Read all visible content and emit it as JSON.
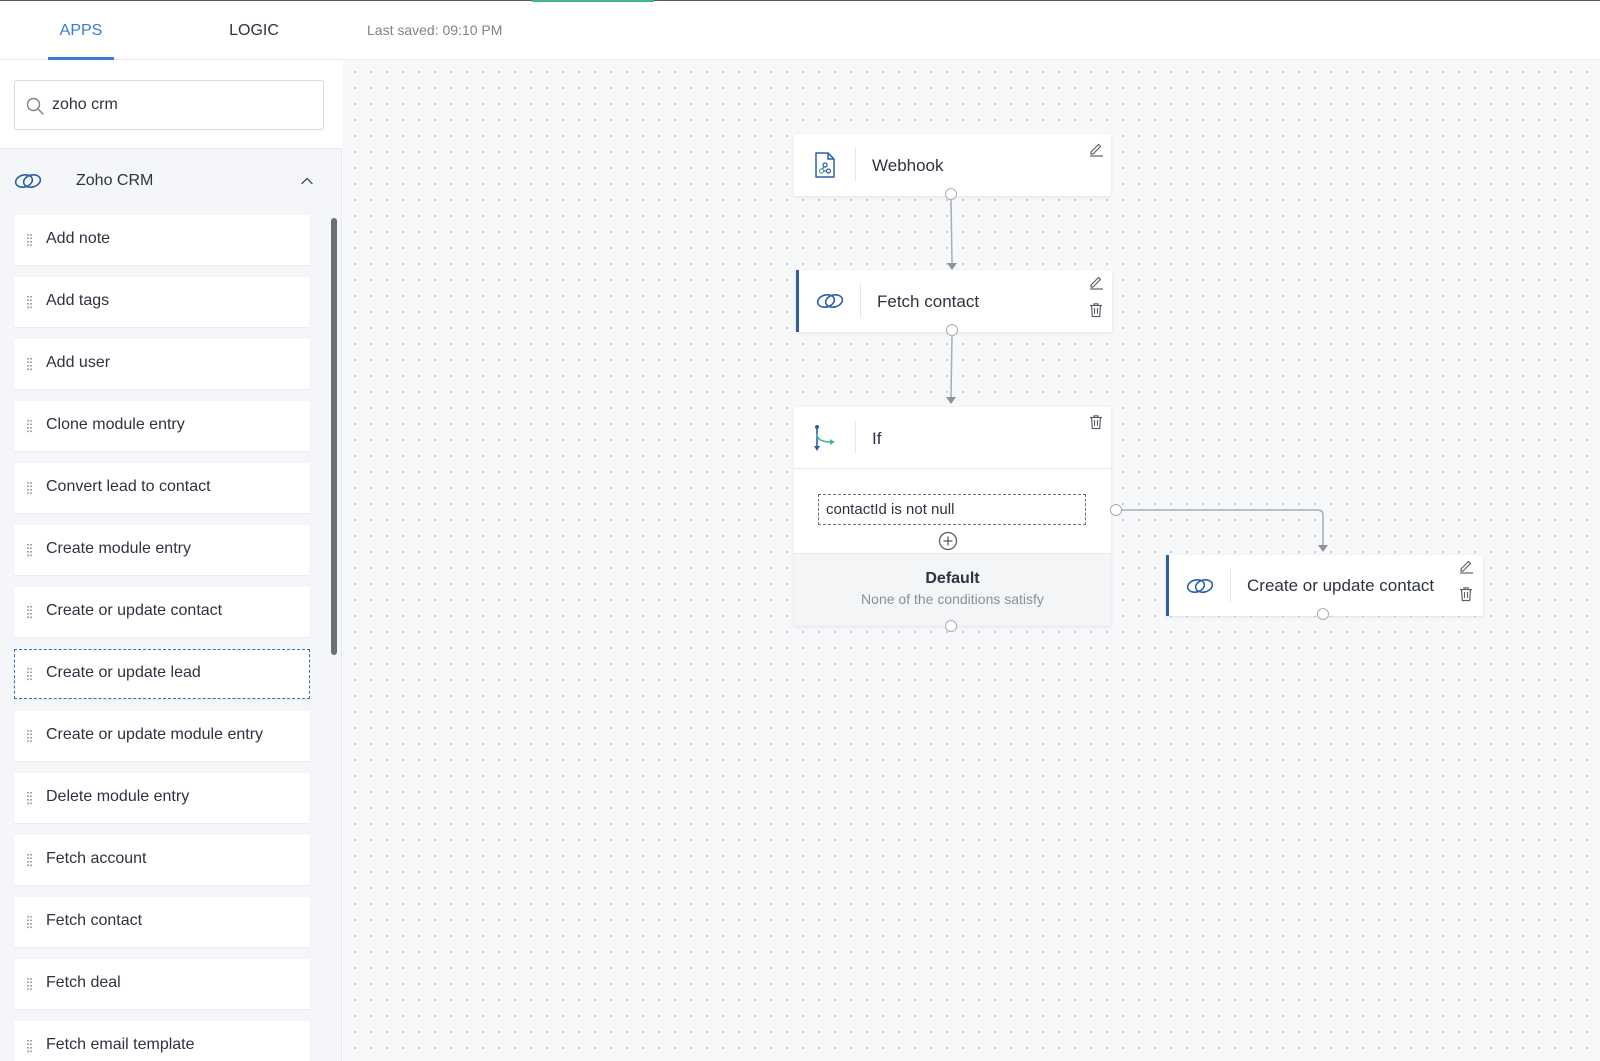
{
  "tabs": {
    "apps": "APPS",
    "logic": "LOGIC"
  },
  "header": {
    "last_saved": "Last saved: 09:10 PM"
  },
  "search": {
    "value": "zoho crm",
    "icon": "search-icon"
  },
  "group": {
    "title": "Zoho CRM",
    "icon": "zoho-crm-icon",
    "expanded": true
  },
  "actions": [
    "Add note",
    "Add tags",
    "Add user",
    "Clone module entry",
    "Convert lead to contact",
    "Create module entry",
    "Create or update contact",
    "Create or update lead",
    "Create or update module entry",
    "Delete module entry",
    "Fetch account",
    "Fetch contact",
    "Fetch deal",
    "Fetch email template"
  ],
  "flow": {
    "webhook": {
      "title": "Webhook",
      "icon": "webhook-icon"
    },
    "fetch_contact": {
      "title": "Fetch contact",
      "icon": "zoho-crm-icon"
    },
    "if_node": {
      "title": "If",
      "icon": "branch-icon",
      "condition": "contactId is not null",
      "default_title": "Default",
      "default_sub": "None of the conditions satisfy"
    },
    "create_update": {
      "title": "Create or update contact",
      "icon": "zoho-crm-icon"
    }
  },
  "colors": {
    "accent": "#3a7bd5",
    "selected_border": "#2c5ea8",
    "zoho_icon": "#2c5ea8"
  }
}
